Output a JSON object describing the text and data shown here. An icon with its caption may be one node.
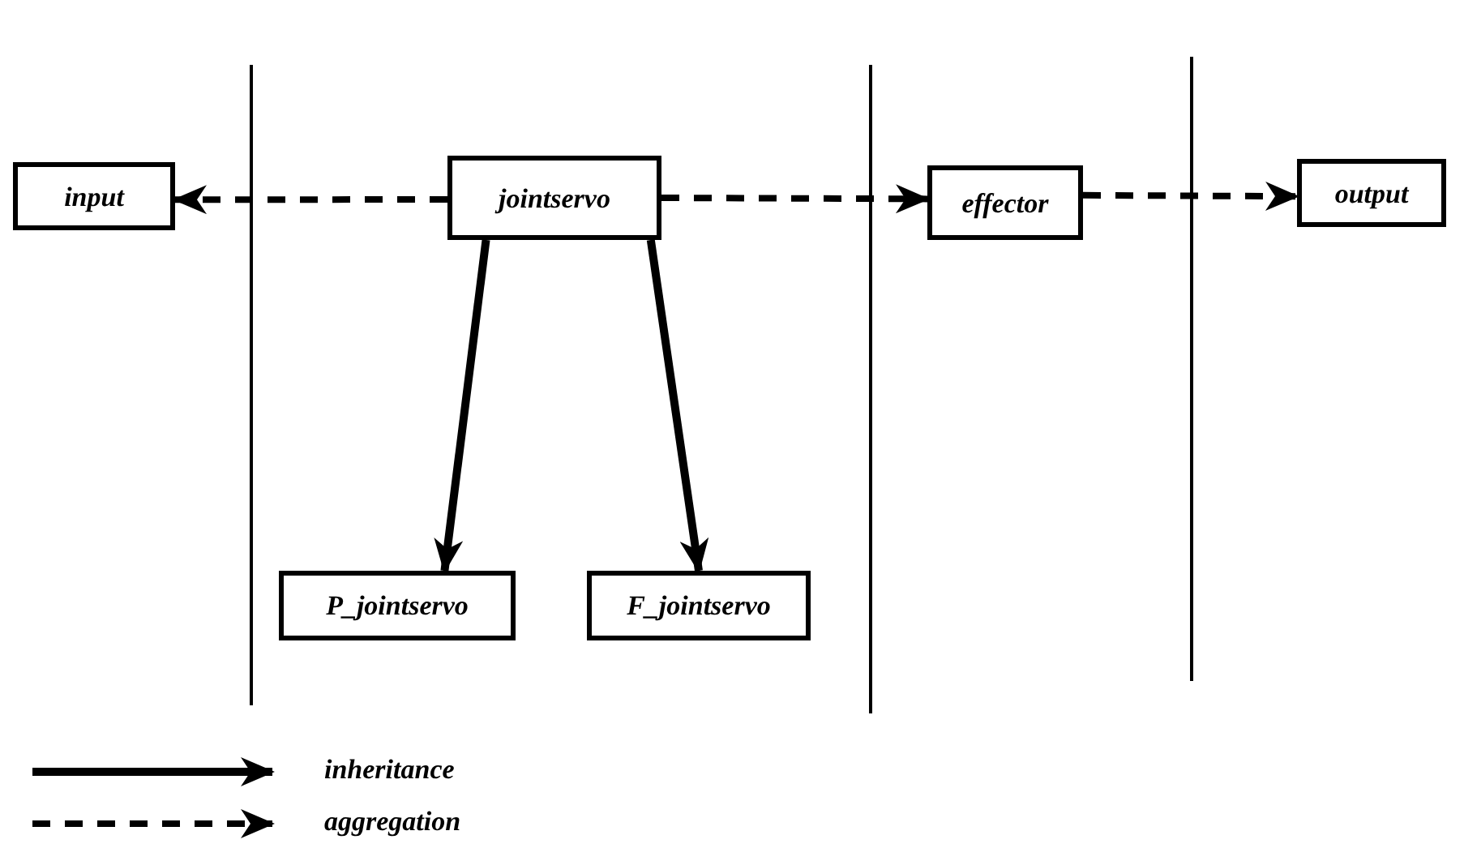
{
  "diagram": {
    "nodes": [
      {
        "text": [
          "input"
        ]
      },
      {
        "text": [
          "jointservo"
        ]
      },
      {
        "text": [
          "effector"
        ]
      },
      {
        "text": [
          "output"
        ]
      },
      {
        "text": [
          "P_jointservo"
        ]
      },
      {
        "text": [
          "F_jointservo"
        ]
      }
    ],
    "edges": [
      {
        "from": 1,
        "to": 0,
        "arrow": "to",
        "style": "dashed"
      },
      {
        "from": 1,
        "to": 2,
        "arrow": "to",
        "style": "dashed"
      },
      {
        "from": 2,
        "to": 3,
        "arrow": "to",
        "style": "dashed"
      },
      {
        "from": 1,
        "to": 4,
        "arrow": "to"
      },
      {
        "from": 1,
        "to": 5,
        "arrow": "to"
      }
    ],
    "legend": [
      {
        "text": "inheritance"
      },
      {
        "text": "aggregation"
      }
    ]
  }
}
